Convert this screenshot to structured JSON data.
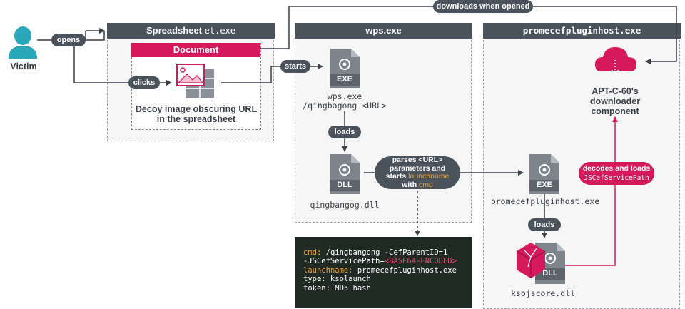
{
  "actor": {
    "label": "Victim"
  },
  "panels": {
    "spreadsheet": {
      "title": "Spreadsheet",
      "title_mono": "et.exe"
    },
    "wps": {
      "title": "wps.exe"
    },
    "host": {
      "title": "promecefpluginhost.exe"
    }
  },
  "document": {
    "header": "Document",
    "caption_line1": "Decoy image obscuring URL",
    "caption_line2": "in the spreadsheet"
  },
  "pills": {
    "opens": "opens",
    "clicks": "clicks",
    "starts": "starts",
    "loads1": "loads",
    "loads2": "loads",
    "downloads": "downloads when opened"
  },
  "wps_exe": {
    "badge": "EXE",
    "line1": "wps.exe",
    "line2": "/qingbagong <URL>"
  },
  "dll1": {
    "badge": "DLL",
    "label": "qingbangog.dll"
  },
  "parses": {
    "line1": "parses <URL>",
    "line2": "parameters and",
    "line3": "starts",
    "line3_hl": "launchname",
    "line4": "with",
    "line4_hl": "cmd"
  },
  "host_exe": {
    "badge": "EXE",
    "label": "promecefpluginhost.exe"
  },
  "dll2": {
    "badge": "DLL",
    "label": "ksojscore.dll"
  },
  "decodes": {
    "line1": "decodes and loads",
    "line2": "JSCefServicePath"
  },
  "downloader": {
    "line1": "APT-C-60's",
    "line2": "downloader",
    "line3": "component"
  },
  "code": {
    "l1_key": "cmd:",
    "l1_val": "/qingbangong -CefParentID=1",
    "l2_val": "-JSCefServicePath=",
    "l2_hl": "<BASE64-ENCODED>",
    "l3_key": "launchname:",
    "l3_val": "promecefpluginhost.exe",
    "l4": "type: ksolaunch",
    "l5": "token: MD5 hash"
  },
  "colors": {
    "accent": "#d6195b",
    "dark": "#4a525c",
    "teal": "#2aa7b8",
    "highlight": "#e8a33a"
  }
}
